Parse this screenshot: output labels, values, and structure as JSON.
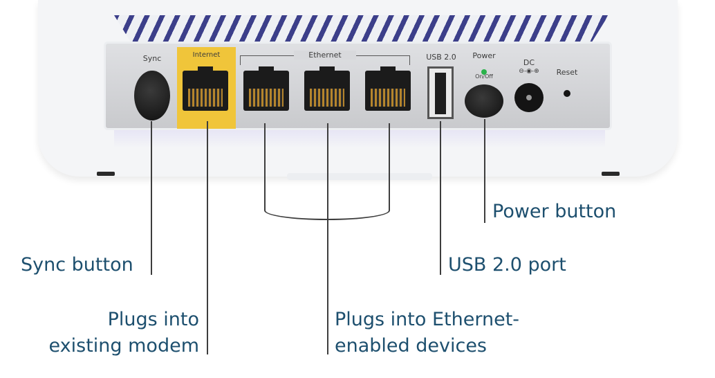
{
  "port_labels": {
    "sync": "Sync",
    "internet": "Internet",
    "ethernet": "Ethernet",
    "usb": "USB 2.0",
    "power": "Power",
    "power_sub": "On/Off",
    "dc": "DC",
    "dc_symbol": "⊖-◉-⊕",
    "reset": "Reset"
  },
  "callouts": {
    "power_button": "Power button",
    "sync_button": "Sync button",
    "usb_port": "USB 2.0 port",
    "modem_line1": "Plugs into",
    "modem_line2": "existing modem",
    "ethernet_line1": "Plugs into Ethernet-",
    "ethernet_line2": "enabled devices"
  },
  "colors": {
    "callout_text": "#1d4f6e",
    "internet_highlight": "#f0c53a",
    "vent_accent": "#3c3f8a",
    "power_led": "#2ab24a"
  }
}
